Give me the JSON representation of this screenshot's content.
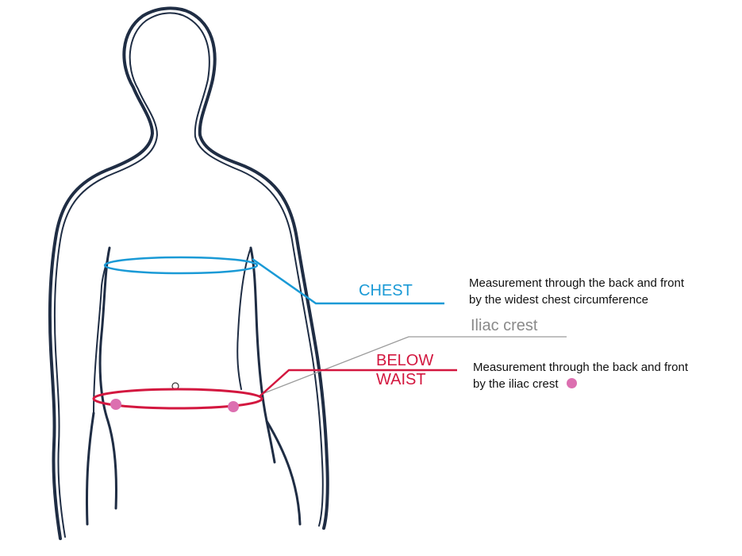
{
  "labels": {
    "chest": "CHEST",
    "iliac": "Iliac crest",
    "below_waist_line1": "BELOW",
    "below_waist_line2": "WAIST"
  },
  "descriptions": {
    "chest_line1": "Measurement through the back and front",
    "chest_line2": "by the widest chest circumference",
    "waist_line1": "Measurement through the back and front",
    "waist_line2": "by the iliac crest"
  },
  "colors": {
    "outline": "#1f2d44",
    "chest": "#1a9ad6",
    "waist": "#d3173f",
    "iliac": "#9a9a9a",
    "marker": "#dc6fb0"
  },
  "icons": {
    "marker": "pink-dot-marker",
    "navel": "navel-circle"
  }
}
